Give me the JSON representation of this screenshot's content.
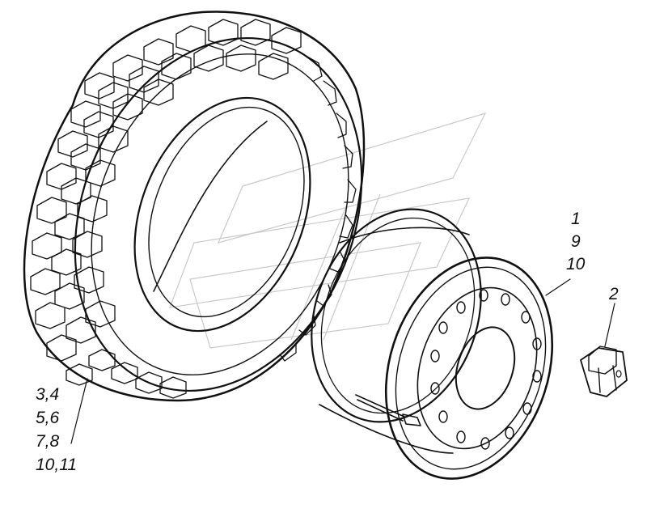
{
  "callouts": {
    "rim": [
      "1",
      "9",
      "10"
    ],
    "weight": "2",
    "tire": [
      "3,4",
      "5,6",
      "7,8",
      "10,11"
    ]
  },
  "colors": {
    "ink": "#111111",
    "watermark": "#c9c9c9",
    "background": "#ffffff"
  }
}
